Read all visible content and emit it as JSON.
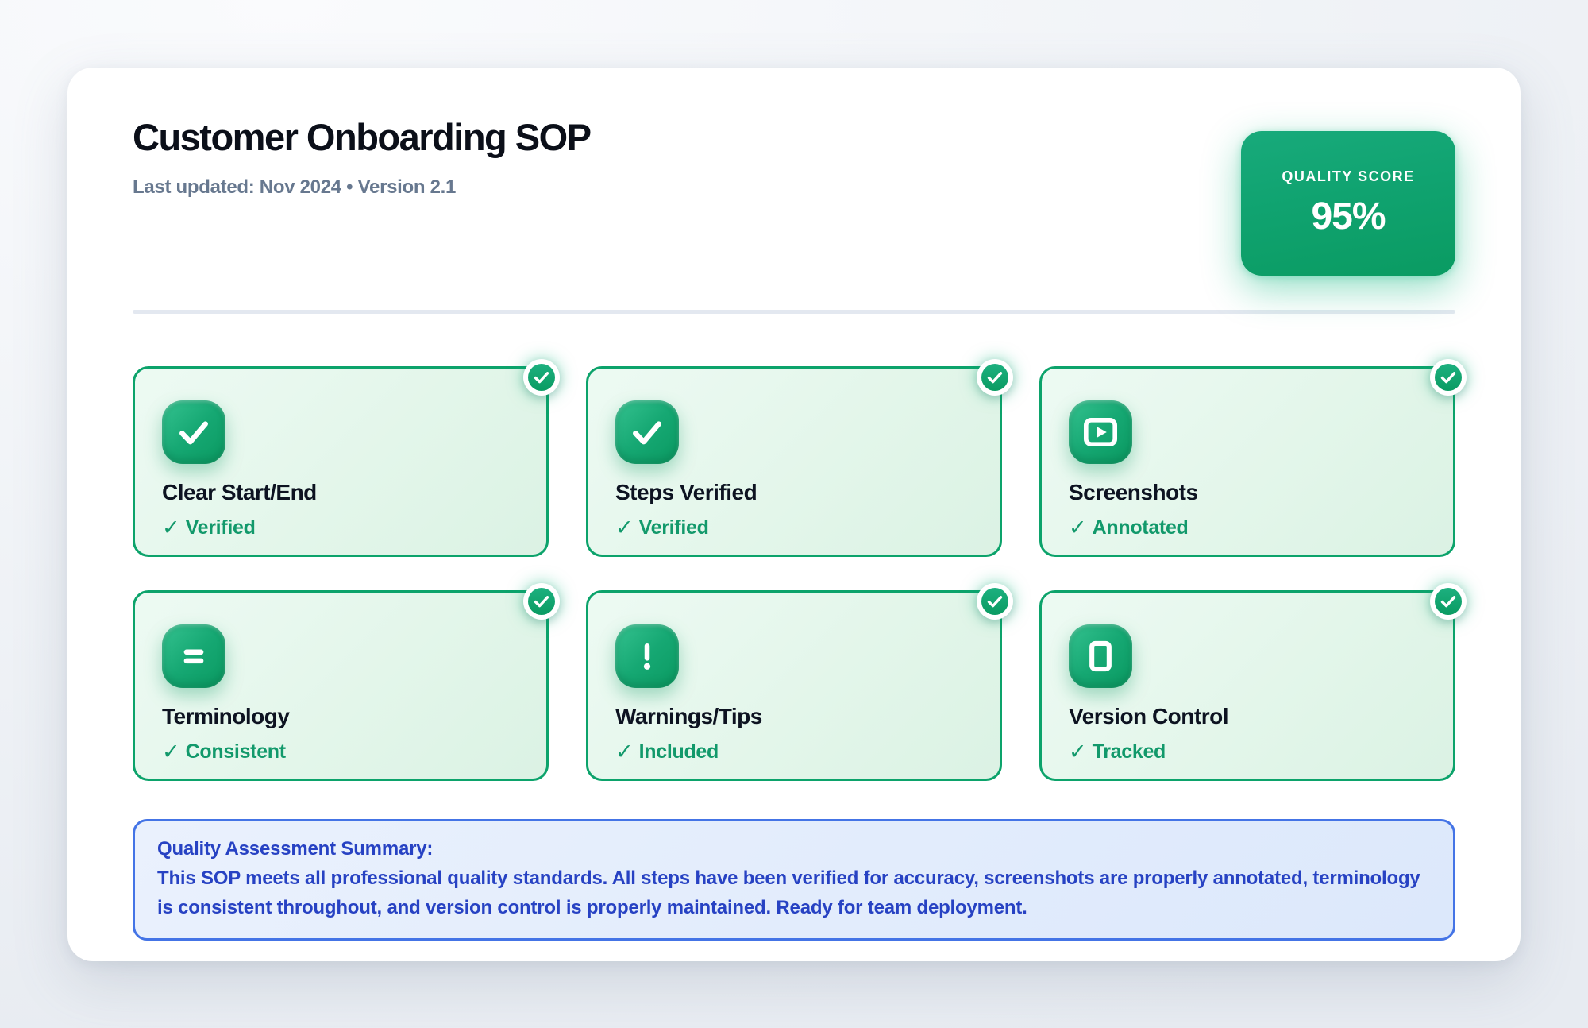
{
  "header": {
    "title": "Customer Onboarding SOP",
    "subtitle": "Last updated: Nov 2024 • Version 2.1"
  },
  "quality_score": {
    "label": "QUALITY SCORE",
    "value": "95%"
  },
  "status_prefix_glyph": "✓",
  "checks": [
    {
      "title": "Clear Start/End",
      "status": "Verified",
      "icon": "check-icon"
    },
    {
      "title": "Steps Verified",
      "status": "Verified",
      "icon": "check-icon"
    },
    {
      "title": "Screenshots",
      "status": "Annotated",
      "icon": "annotated-screenshot-icon"
    },
    {
      "title": "Terminology",
      "status": "Consistent",
      "icon": "equals-icon"
    },
    {
      "title": "Warnings/Tips",
      "status": "Included",
      "icon": "exclamation-icon"
    },
    {
      "title": "Version Control",
      "status": "Tracked",
      "icon": "document-frame-icon"
    }
  ],
  "corner_badge_icon": "check-circle-icon",
  "summary": {
    "title": "Quality Assessment Summary:",
    "body": "This SOP meets all professional quality standards. All steps have been verified for accuracy, screenshots are properly annotated, terminology is consistent throughout, and version control is properly maintained. Ready for team deployment."
  },
  "colors": {
    "accent_green": "#0ca36b",
    "tile_green_light": "#35c290",
    "tile_green_dark": "#0b9a62",
    "status_text_green": "#12996b",
    "summary_border_blue": "#4474e6",
    "summary_text_blue": "#2742c3",
    "subtitle_gray": "#67788f",
    "divider_gray": "#e3e8f0",
    "card_bg_green": "#e3f6ea",
    "page_bg": "#eff2f6"
  }
}
